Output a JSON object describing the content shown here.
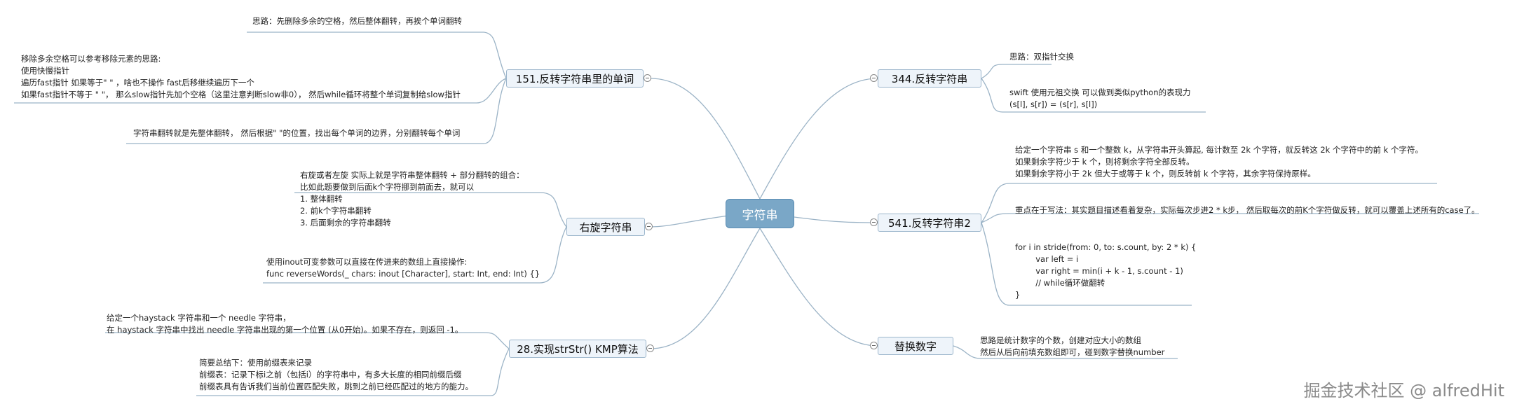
{
  "central": "字符串",
  "topics": {
    "reverse_words": "151.反转字符串里的单词",
    "rotate": "右旋字符串",
    "kmp": "28.实现strStr() KMP算法",
    "reverse_string": "344.反转字符串",
    "reverse_string2": "541.反转字符串2",
    "replace_digits": "替换数字"
  },
  "notes": {
    "rw_idea": [
      "思路：先删除多余的空格，然后整体翻转，再挨个单词翻转"
    ],
    "rw_space": [
      "移除多余空格可以参考移除元素的思路:",
      "使用快慢指针",
      "遍历fast指针 如果等于\" \" ，啥也不操作 fast后移继续遍历下一个",
      "如果fast指针不等于 \" \"， 那么slow指针先加个空格（这里注意判断slow非0）， 然后while循环将整个单词复制给slow指针"
    ],
    "rw_flip": [
      "字符串翻转就是先整体翻转， 然后根据\" \"的位置，找出每个单词的边界，分别翻转每个单词"
    ],
    "rot_idea": [
      "右旋或者左旋 实际上就是字符串整体翻转 + 部分翻转的组合：",
      "比如此题要做到后面k个字符挪到前面去，就可以",
      "1. 整体翻转",
      "2. 前k个字符串翻转",
      "3. 后面剩余的字符串翻转"
    ],
    "rot_inout": [
      "使用inout可变参数可以直接在传进来的数组上直接操作:",
      "func reverseWords(_ chars: inout [Character], start: Int, end: Int) {}"
    ],
    "kmp_desc": [
      "给定一个haystack 字符串和一个 needle 字符串，",
      "在 haystack 字符串中找出 needle 字符串出现的第一个位置 (从0开始)。如果不存在，则返回 -1。"
    ],
    "kmp_summary": [
      "简要总结下：使用前缀表来记录",
      "前缀表：记录下标i之前（包括i）的字符串中，有多大长度的相同前缀后缀",
      "前缀表具有告诉我们当前位置匹配失败，跳到之前已经匹配过的地方的能力。"
    ],
    "rs_idea": [
      "思路：双指针交换"
    ],
    "rs_swift": [
      "swift 使用元祖交换 可以做到类似python的表现力",
      "(s[l], s[r]) = (s[r], s[l])"
    ],
    "rs2_desc": [
      "给定一个字符串 s 和一个整数 k，从字符串开头算起, 每计数至 2k 个字符，就反转这 2k 个字符中的前 k 个字符。",
      "如果剩余字符少于 k 个，则将剩余字符全部反转。",
      "如果剩余字符小于 2k 但大于或等于 k 个，则反转前 k 个字符，其余字符保持原样。"
    ],
    "rs2_focus": [
      "重点在于写法：其实题目描述看着复杂，实际每次步进2 * k步， 然后取每次的前K个字符做反转，就可以覆盖上述所有的case了。"
    ],
    "rs2_code": [
      "for i in stride(from: 0, to: s.count, by: 2 * k) {",
      "        var left = i",
      "        var right = min(i + k - 1, s.count - 1)",
      "        // while循环做翻转",
      "}"
    ],
    "rd_idea": [
      "思路是统计数字的个数，创建对应大小的数组",
      "然后从后向前填充数组即可，碰到数字替换number"
    ]
  },
  "watermark": "掘金技术社区 @ alfredHit",
  "colors": {
    "central_fill": "#7aa7c7",
    "topic_fill": "#eef4fa",
    "topic_border": "#9cb6cc",
    "link": "#9bb3c6"
  }
}
